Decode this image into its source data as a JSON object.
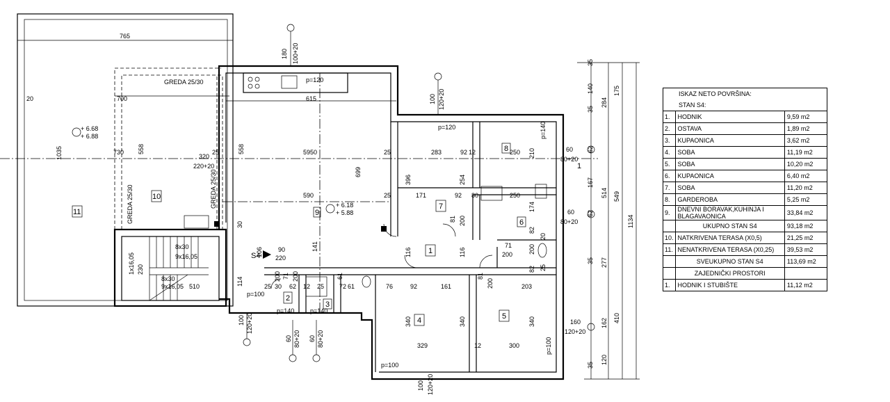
{
  "plan": {
    "dimensions": [
      "765",
      "1035",
      "20",
      "700",
      "730",
      "558",
      "320",
      "25",
      "220+20",
      "615",
      "5950",
      "558",
      "699",
      "590",
      "25",
      "25",
      "180",
      "100+20",
      "p=120",
      "100",
      "120+20",
      "p=120",
      "283",
      "92",
      "12",
      "250",
      "210",
      "p=140",
      "60",
      "80+20",
      "171",
      "92",
      "80",
      "250",
      "396",
      "254",
      "81",
      "200",
      "116",
      "116",
      "174",
      "82",
      "200",
      "71",
      "200",
      "82",
      "25",
      "20",
      "60",
      "80+20",
      "61",
      "141",
      "106",
      "114",
      "90",
      "220",
      "30",
      "35",
      "140",
      "35",
      "284",
      "175",
      "62",
      "167",
      "514",
      "62",
      "549",
      "1134",
      "35",
      "277",
      "160",
      "120+20",
      "410",
      "162",
      "35",
      "120",
      "25",
      "30",
      "71",
      "62",
      "12",
      "25",
      "61",
      "72",
      "76",
      "92",
      "161",
      "81",
      "200",
      "203",
      "p=100",
      "200",
      "200",
      "p=140",
      "p=140",
      "100",
      "120+20",
      "60",
      "80+20",
      "60",
      "80+20",
      "340",
      "340",
      "329",
      "12",
      "300",
      "340",
      "p=100",
      "p=100",
      "100",
      "120+20",
      "8x30",
      "9x16,05",
      "1x16,05",
      "230",
      "9x16,05",
      "510",
      "8x30"
    ],
    "labels": [
      "GREDA 25/30",
      "GREDA 25/30",
      "GREDA 25/30",
      "+ 6.68",
      "+ 6.88",
      "+ 6.18",
      "+ 5.88",
      "S4",
      "1"
    ],
    "rooms": [
      "1",
      "2",
      "3",
      "4",
      "5",
      "6",
      "7",
      "8",
      "9",
      "10",
      "11"
    ]
  },
  "table": {
    "title": "ISKAZ NETO POVRŠINA:",
    "subtitle": "STAN S4:",
    "rows": [
      {
        "n": "1.",
        "name": "HODNIK",
        "value": "9,59 m2"
      },
      {
        "n": "2.",
        "name": "OSTAVA",
        "value": "1,89 m2"
      },
      {
        "n": "3.",
        "name": "KUPAONICA",
        "value": "3,62 m2"
      },
      {
        "n": "4.",
        "name": "SOBA",
        "value": "11,19 m2"
      },
      {
        "n": "5.",
        "name": "SOBA",
        "value": "10,20 m2"
      },
      {
        "n": "6.",
        "name": "KUPAONICA",
        "value": "6,40 m2"
      },
      {
        "n": "7.",
        "name": "SOBA",
        "value": "11,20 m2"
      },
      {
        "n": "8.",
        "name": "GARDEROBA",
        "value": "5,25 m2"
      },
      {
        "n": "9.",
        "name": "DNEVNI BORAVAK,KUHINJA I BLAGAVAONICA",
        "value": "33,84 m2"
      }
    ],
    "total_apartment": {
      "name": "UKUPNO STAN S4",
      "value": "93,18 m2"
    },
    "terraces": [
      {
        "n": "10.",
        "name": "NATKRIVENA TERASA (X0,5)",
        "value": "21,25 m2"
      },
      {
        "n": "11.",
        "name": "NENATKRIVENA TERASA (X0,25)",
        "value": "39,53 m2"
      }
    ],
    "grand_total": {
      "name": "SVEUKUPNO STAN S4",
      "value": "113,69 m2"
    },
    "common_title": "ZAJEDNIČKI PROSTORI",
    "common_rows": [
      {
        "n": "1.",
        "name": "HODNIK I STUBIŠTE",
        "value": "11,12 m2"
      }
    ]
  }
}
